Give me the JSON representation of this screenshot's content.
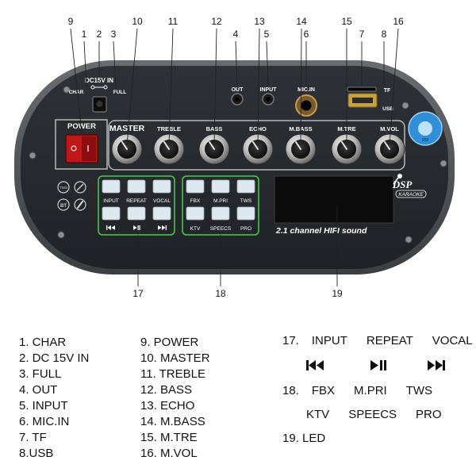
{
  "callout_numbers": [
    "1",
    "2",
    "3",
    "4",
    "5",
    "6",
    "7",
    "8",
    "9",
    "10",
    "11",
    "12",
    "13",
    "14",
    "15",
    "16",
    "17",
    "18",
    "19"
  ],
  "panel": {
    "char": "CHAR",
    "dc_in": "DC15V IN",
    "full": "FULL",
    "out": "OUT",
    "input": "INPUT",
    "mic_in": "MIC.IN",
    "tf": "TF",
    "usb": "USB",
    "power": "POWER",
    "knobs": [
      "MASTER",
      "TREBLE",
      "BASS",
      "ECHO",
      "M.BASS",
      "M.TRE",
      "M.VOL"
    ],
    "tws": "TWS",
    "bt": "BT",
    "dial": "202",
    "group1_top": [
      "INPUT",
      "REPEAT",
      "VOCAL"
    ],
    "group2_top": [
      "FBX",
      "M.PRI",
      "TWS"
    ],
    "group2_bottom": [
      "KTV",
      "SPEECS",
      "PRO"
    ],
    "dsp": "DSP",
    "karaoke": "KARAOKE",
    "sound": "2.1 channel HIFI sound"
  },
  "legend": {
    "col1": [
      "1. CHAR",
      "2. DC 15V IN",
      "3. FULL",
      "4. OUT",
      "5. INPUT",
      "6. MIC.IN",
      "7. TF",
      "8.USB"
    ],
    "col2": [
      "9. POWER",
      "10. MASTER",
      "11. TREBLE",
      "12. BASS",
      "13. ECHO",
      "14. M.BASS",
      "15. M.TRE",
      "16. M.VOL"
    ],
    "item17_num": "17.",
    "item17": [
      "INPUT",
      "REPEAT",
      "VOCAL"
    ],
    "item18_num": "18.",
    "item18_row1": [
      "FBX",
      "M.PRI",
      "TWS"
    ],
    "item18_row2": [
      "KTV",
      "SPEECS",
      "PRO"
    ],
    "item19": "19. LED"
  }
}
